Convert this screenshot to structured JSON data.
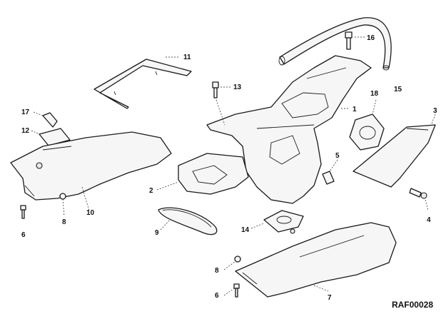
{
  "diagram": {
    "reference_code": "RAF00028",
    "callouts": {
      "c1": "1",
      "c2": "2",
      "c3": "3",
      "c4": "4",
      "c5": "5",
      "c6a": "6",
      "c6b": "6",
      "c7": "7",
      "c8a": "8",
      "c8b": "8",
      "c9": "9",
      "c10": "10",
      "c11": "11",
      "c12": "12",
      "c13": "13",
      "c14": "14",
      "c15": "15",
      "c16": "16",
      "c17": "17",
      "c18": "18"
    }
  }
}
